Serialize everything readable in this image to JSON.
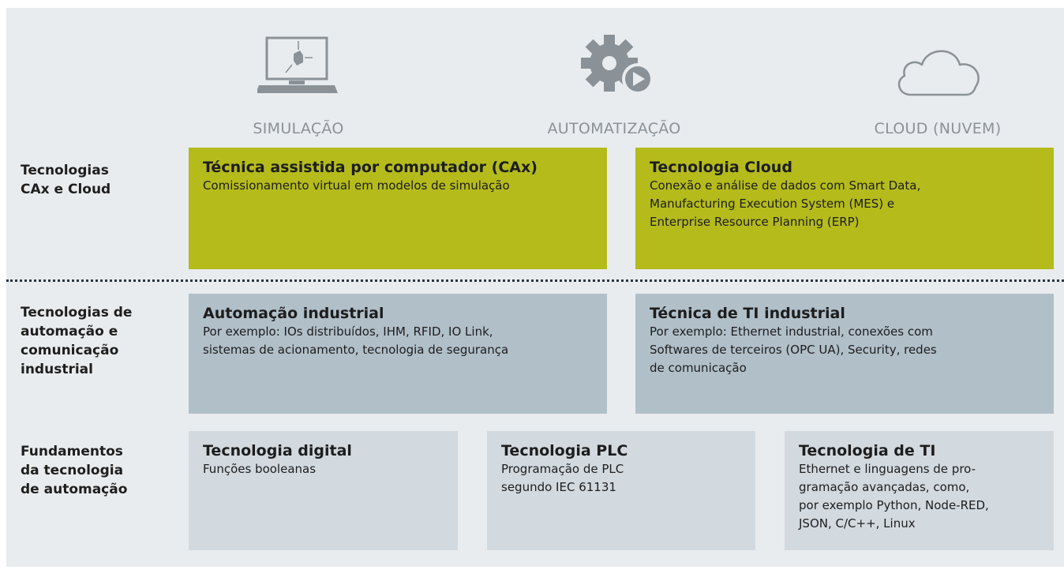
{
  "columns": [
    {
      "label": "SIMULAÇÃO",
      "icon": "monitor-icon"
    },
    {
      "label": "AUTOMATIZAÇÃO",
      "icon": "gear-play-icon"
    },
    {
      "label": "CLOUD (NUVEM)",
      "icon": "cloud-icon"
    }
  ],
  "rows": {
    "cax_cloud": {
      "label": "Tecnologias\nCAx e Cloud"
    },
    "automation": {
      "label": "Tecnologias de\nautomação e\ncomunicação\nindustrial"
    },
    "fundamentals": {
      "label": "Fundamentos\nda tecnologia\nde automação"
    }
  },
  "boxes": {
    "cax": {
      "title": "Técnica assistida por computador (CAx)",
      "text": "Comissionamento virtual em modelos de simulação"
    },
    "cloud": {
      "title": "Tecnologia Cloud",
      "text": "Conexão e análise de dados com Smart Data,\nManufacturing Execution System (MES) e\nEnterprise Resource Planning (ERP)"
    },
    "industrial_automation": {
      "title": "Automação industrial",
      "text": "Por exemplo: IOs distribuídos, IHM, RFID, IO Link,\nsistemas de acionamento, tecnologia de segurança"
    },
    "industrial_it": {
      "title": "Técnica de TI industrial",
      "text": "Por exemplo: Ethernet industrial, conexões com\nSoftwares de terceiros (OPC UA), Security, redes\nde comunicação"
    },
    "digital": {
      "title": "Tecnologia digital",
      "text": "Funções booleanas"
    },
    "plc": {
      "title": "Tecnologia PLC",
      "text": "Programação de PLC\nsegundo IEC 61131"
    },
    "it": {
      "title": "Tecnologia de TI",
      "text": "Ethernet e linguagens de pro-\ngramação avançadas, como,\npor exemplo Python, Node-RED,\nJSON, C/C++, Linux"
    }
  },
  "colors": {
    "background": "#e9ecee",
    "green": "#b4bb1b",
    "steel": "#b1bfc9",
    "light": "#d2d9df",
    "icon": "#8a9298"
  }
}
